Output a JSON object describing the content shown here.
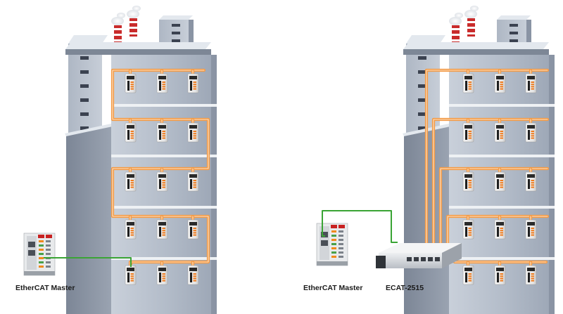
{
  "labels": {
    "left_master": "EtherCAT Master",
    "right_master": "EtherCAT Master",
    "switch_name": "ECAT-2515"
  },
  "colors": {
    "cable_ethercat": "#f39a45",
    "cable_ethercat_core": "#fde3c8",
    "cable_ethernet": "#3aa435",
    "building_front": "#b6bfcd",
    "building_dark": "#8a94a4",
    "building_roof": "#e3e8ee",
    "window": "#3b4250"
  },
  "icons": {
    "slave": "io-slave-module-icon",
    "master": "ethercat-master-controller-icon",
    "switch": "ethercat-switch-icon",
    "chimney": "chimney-smoke-icon"
  },
  "topology": {
    "left": {
      "floors": 5,
      "slaves_per_floor": 3,
      "wiring": "daisy-chain"
    },
    "right": {
      "floors": 5,
      "slaves_per_floor": 3,
      "wiring": "star",
      "switch_ports": 5
    }
  }
}
